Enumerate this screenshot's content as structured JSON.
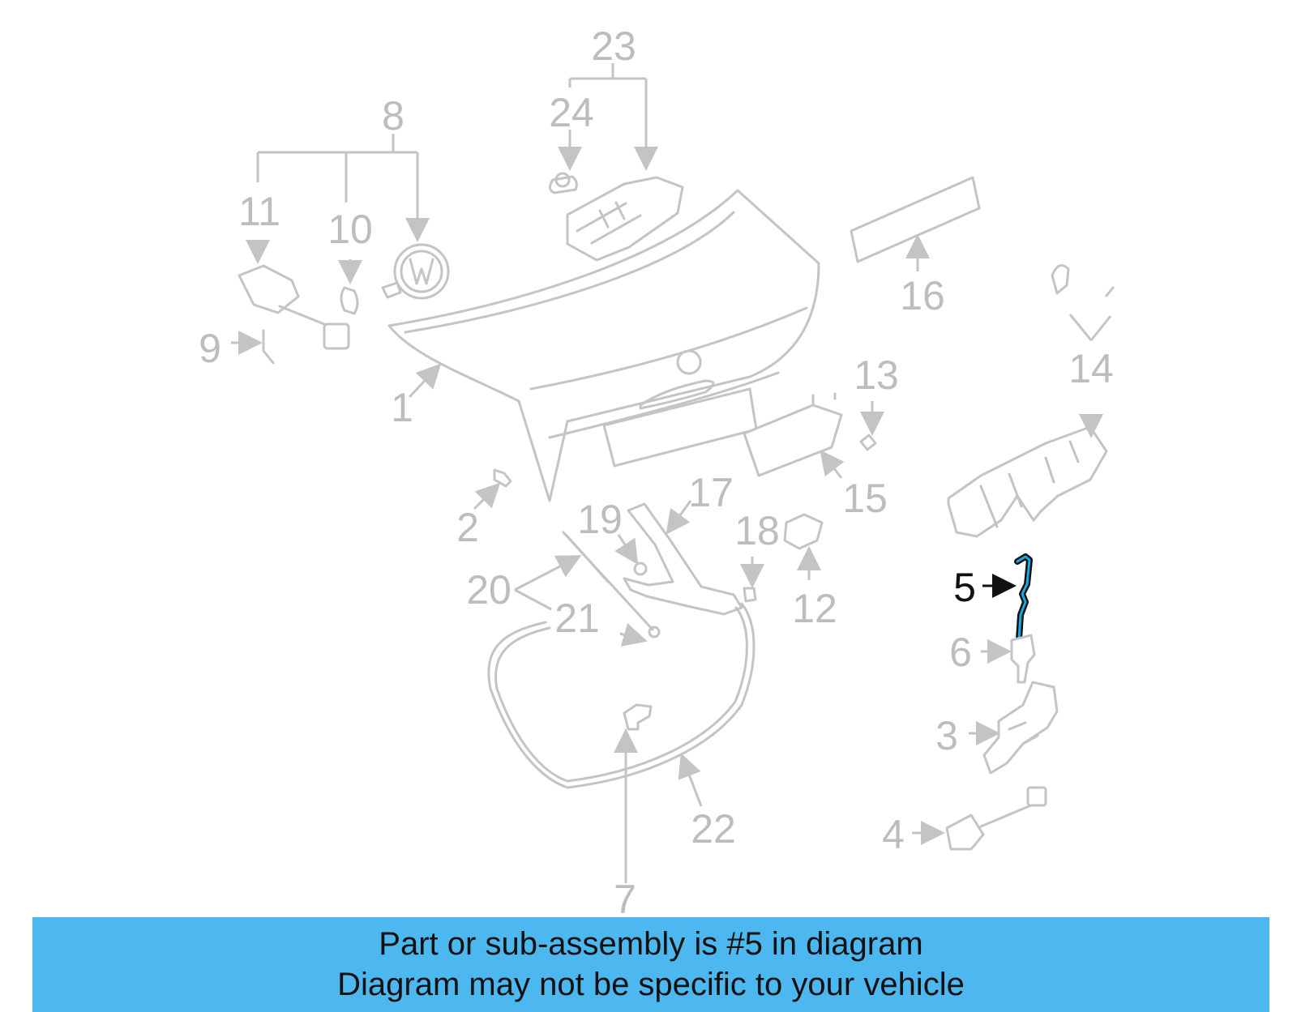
{
  "banner": {
    "line1": "Part or sub-assembly is #5 in diagram",
    "line2": "Diagram may not be specific to your vehicle",
    "background": "#4db8f0"
  },
  "diagram": {
    "highlighted_part": "5",
    "highlight_color": "#1aa9e0",
    "callouts": [
      "1",
      "2",
      "3",
      "4",
      "5",
      "6",
      "7",
      "8",
      "9",
      "10",
      "11",
      "12",
      "13",
      "14",
      "15",
      "16",
      "17",
      "18",
      "19",
      "20",
      "21",
      "22",
      "23",
      "24"
    ]
  }
}
